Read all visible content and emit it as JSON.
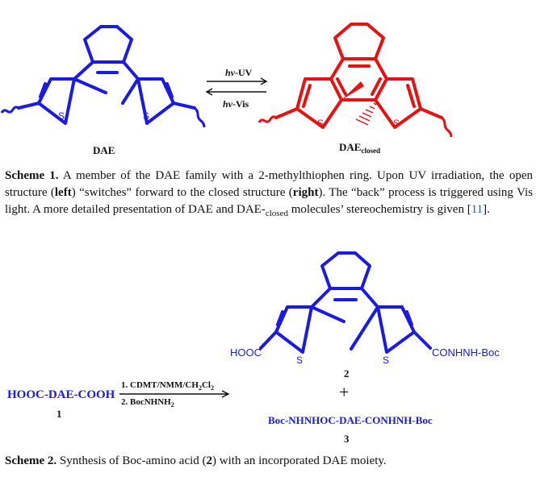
{
  "scheme1": {
    "dae_label": "DAE",
    "dae_closed_label": "DAE",
    "dae_closed_sub": "closed",
    "arrow_top_hv": "hv",
    "arrow_top_rest": "-UV",
    "arrow_bottom_hv": "hv",
    "arrow_bottom_rest": "-Vis",
    "sulfur": "S",
    "caption": {
      "label": "Scheme 1.",
      "t1": " A member of the DAE family with a 2-methylthiophen ring. Upon UV irradiation, the open structure (",
      "b1": "left",
      "t2": ") “switches” forward to the closed structure (",
      "b2": "right",
      "t3": "). The “back” process is triggered using Vis light. A more detailed presentation of DAE and DAE-",
      "sub": "closed",
      "t4": " molecules’ stereochemistry is given [",
      "ref": "11",
      "t5": "]."
    }
  },
  "scheme2": {
    "reactant": "HOOC-DAE-COOH",
    "reactant_num": "1",
    "step1": "1. CDMT/NMM/CH",
    "step1_sub1": "2",
    "step1_cl": "Cl",
    "step1_sub2": "2",
    "step2": "2. BocNHNH",
    "step2_sub": "2",
    "left_group": "HOOC",
    "right_group": "CONHNH-Boc",
    "product2_num": "2",
    "plus": "+",
    "product3": "Boc-NHNHOC-DAE-CONHNH-Boc",
    "product3_num": "3",
    "sulfur": "S",
    "caption": {
      "label": "Scheme 2.",
      "t1": " Synthesis of Boc-amino acid (",
      "b1": "2",
      "t2": ") with an incorporated DAE moiety."
    }
  },
  "colors": {
    "blue": "#1a1ae6",
    "red": "#e81010",
    "text": "#111111",
    "link": "#1f5fb8"
  }
}
